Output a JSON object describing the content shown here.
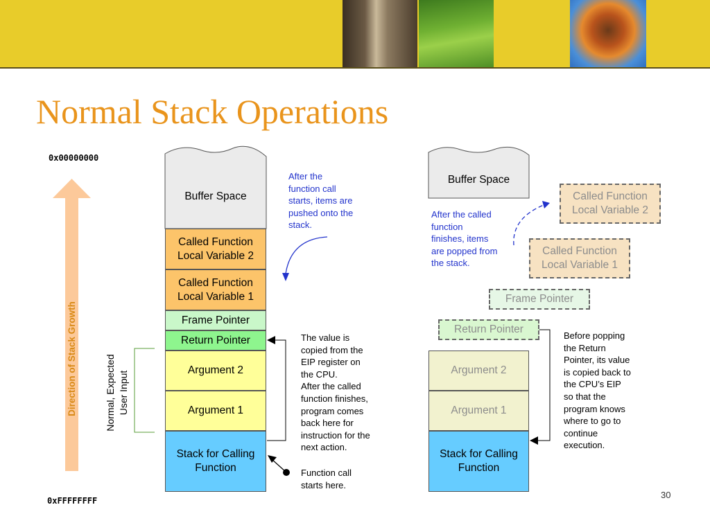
{
  "title": "Normal Stack Operations",
  "page_number": "30",
  "address_top": "0x00000000",
  "address_bottom": "0xFFFFFFFF",
  "growth_label": "Direction of Stack Growth",
  "user_input_label": "Normal, Expected\nUser Input",
  "left_stack": {
    "buffer_space": "Buffer Space",
    "local_var_2": "Called Function\nLocal Variable 2",
    "local_var_1": "Called Function\nLocal Variable 1",
    "frame_pointer": "Frame Pointer",
    "return_pointer": "Return Pointer",
    "argument_2": "Argument 2",
    "argument_1": "Argument 1",
    "calling_stack": "Stack for Calling\nFunction"
  },
  "right_stack": {
    "buffer_space": "Buffer Space",
    "local_var_2": "Called Function\nLocal Variable 2",
    "local_var_1": "Called Function\nLocal Variable 1",
    "frame_pointer": "Frame Pointer",
    "return_pointer": "Return Pointer",
    "argument_2": "Argument 2",
    "argument_1": "Argument 1",
    "calling_stack": "Stack for Calling\nFunction"
  },
  "notes": {
    "push": "After the\nfunction call\nstarts, items are\npushed onto the\nstack.",
    "eip": "The value is\ncopied from the\nEIP register on\nthe CPU.\nAfter the called\nfunction finishes,\nprogram comes\nback here for\ninstruction for the\nnext action.",
    "call_start": "Function call\n starts here.",
    "pop": "After the called\nfunction\nfinishes, items\nare popped from\nthe stack.",
    "before_pop": "Before popping\nthe Return\nPointer, its value\nis copied back to\nthe CPU’s EIP\nso that the\nprogram knows\nwhere to go to\ncontinue\nexecution."
  },
  "colors": {
    "banner": "#e8cc2a",
    "title": "#e9941c",
    "buffer": "#ebebeb",
    "local_vars": "#fcc46a",
    "frame_pointer": "#c9f7c9",
    "return_pointer": "#8ef58e",
    "arguments": "#ffff99",
    "calling_stack": "#66ccff",
    "growth_arrow": "#fcc99a",
    "note_blue": "#2233cc"
  }
}
